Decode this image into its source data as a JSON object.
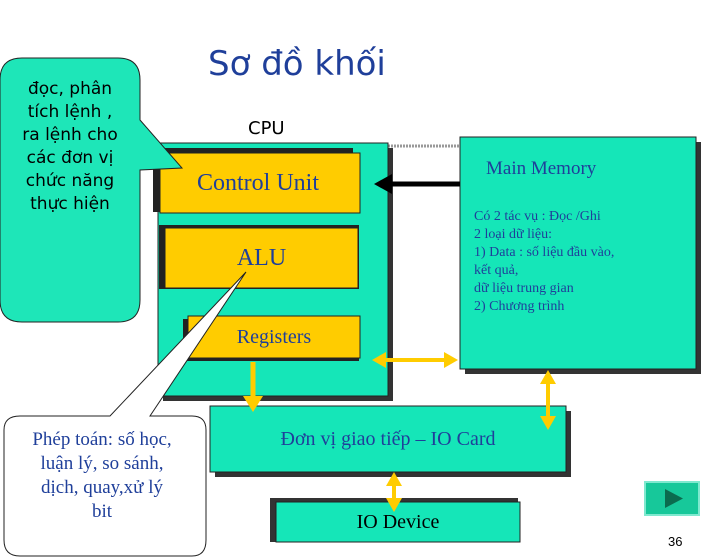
{
  "title": "Sơ đồ khối",
  "cpu_label": "CPU",
  "cpu": {
    "control_unit": "Control Unit",
    "alu": "ALU",
    "registers": "Registers"
  },
  "main_memory": {
    "title": "Main Memory",
    "lines": [
      "Có 2 tác vụ : Đọc /Ghi",
      "2 loại dữ liệu:",
      "1) Data : số liệu đầu vào,",
      "kết quả,",
      "dữ liệu trung gian",
      "2) Chương trình"
    ]
  },
  "io_card": "Đơn vị giao tiếp – IO Card",
  "io_device": "IO Device",
  "callout_top": {
    "lines": [
      "đọc, phân",
      "tích lệnh ,",
      "ra lệnh cho",
      "các đơn vị",
      "chức năng",
      "thực hiện"
    ]
  },
  "callout_bottom": {
    "lines": [
      "Phép toán: số học,",
      "luận lý, so sánh,",
      "dịch, quay,xử lý",
      "bit"
    ]
  },
  "page_number": "36",
  "colors": {
    "teal": "#15e6b8",
    "gold": "#ffcc00",
    "title_blue": "#1f3f9a",
    "arrow_gold": "#ffcc00",
    "callout_fill": "#1ee6b8"
  },
  "icons": {
    "next": "play-triangle-icon"
  }
}
